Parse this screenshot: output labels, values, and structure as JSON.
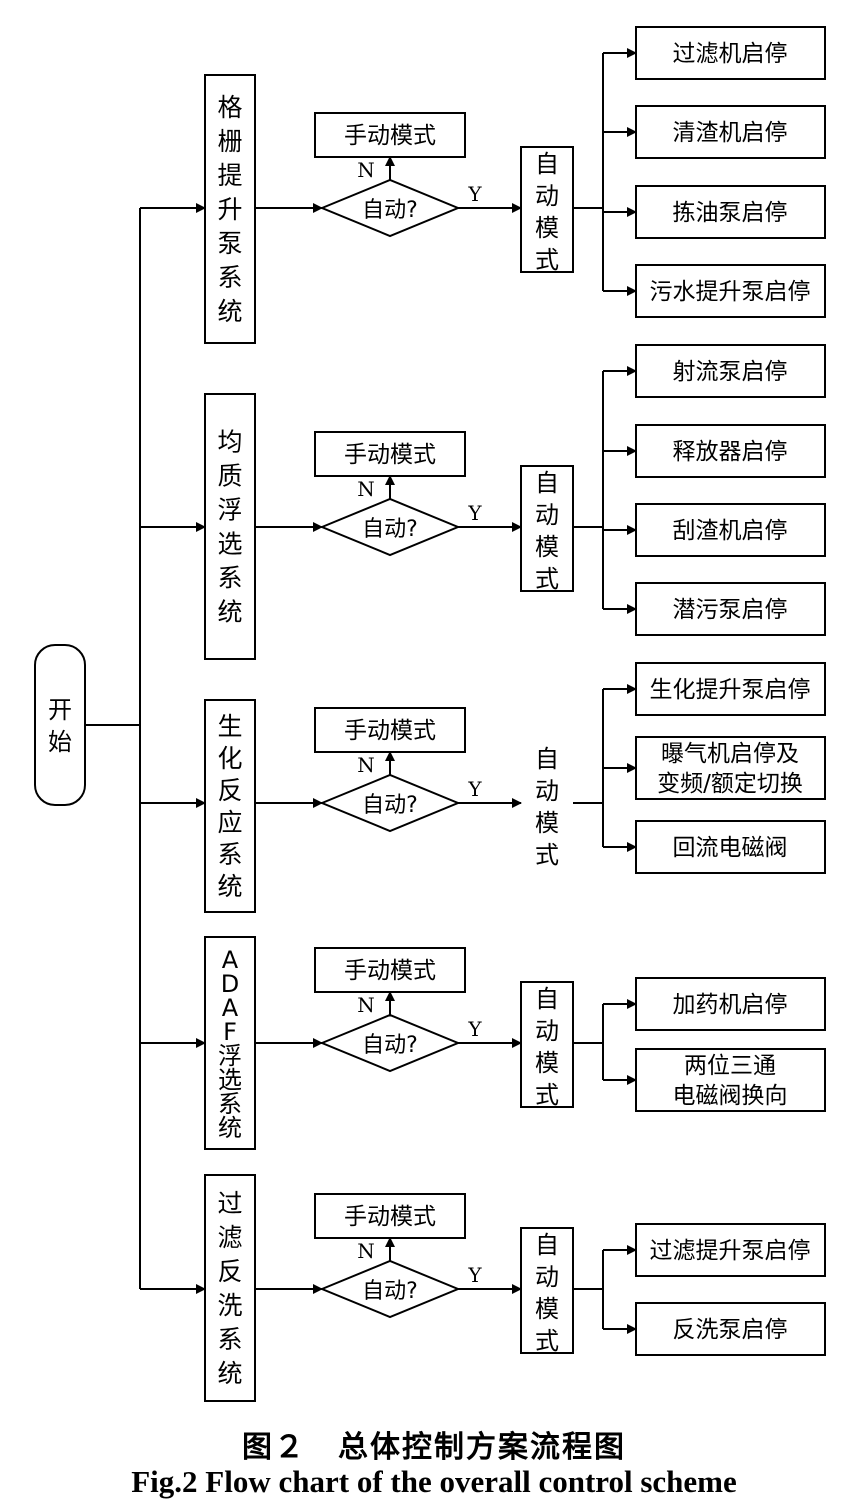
{
  "start_label": "开始",
  "decision_label": "自动?",
  "manual_label": "手动模式",
  "auto_label": "自动模式",
  "no_label": "N",
  "yes_label": "Y",
  "subsystems": [
    {
      "name": "格栅提升泵系统",
      "auto_boxed": true,
      "actions": [
        [
          "过滤机启停"
        ],
        [
          "清渣机启停"
        ],
        [
          "拣油泵启停"
        ],
        [
          "污水提升泵启停"
        ]
      ]
    },
    {
      "name": "均质浮选系统",
      "auto_boxed": true,
      "actions": [
        [
          "射流泵启停"
        ],
        [
          "释放器启停"
        ],
        [
          "刮渣机启停"
        ],
        [
          "潜污泵启停"
        ]
      ]
    },
    {
      "name": "生化反应系统",
      "auto_boxed": false,
      "actions": [
        [
          "生化提升泵启停"
        ],
        [
          "曝气机启停及",
          "变频/额定切换"
        ],
        [
          "回流电磁阀"
        ]
      ]
    },
    {
      "name": "ADAF浮选系统",
      "auto_boxed": true,
      "actions": [
        [
          "加药机启停"
        ],
        [
          "两位三通",
          "电磁阀换向"
        ]
      ]
    },
    {
      "name": "过滤反洗系统",
      "auto_boxed": true,
      "actions": [
        [
          "过滤提升泵启停"
        ],
        [
          "反洗泵启停"
        ]
      ]
    }
  ],
  "caption": {
    "cn": "图２　总体控制方案流程图",
    "en": "Fig.2 Flow chart of the overall control scheme"
  }
}
